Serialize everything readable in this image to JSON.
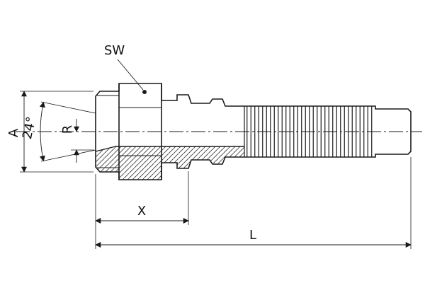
{
  "drawing": {
    "labels": {
      "sw": "SW",
      "a": "A",
      "angle": "24°",
      "r": "R",
      "x": "X",
      "l": "L"
    },
    "colors": {
      "line": "#1a1a1a",
      "background": "#ffffff"
    }
  }
}
